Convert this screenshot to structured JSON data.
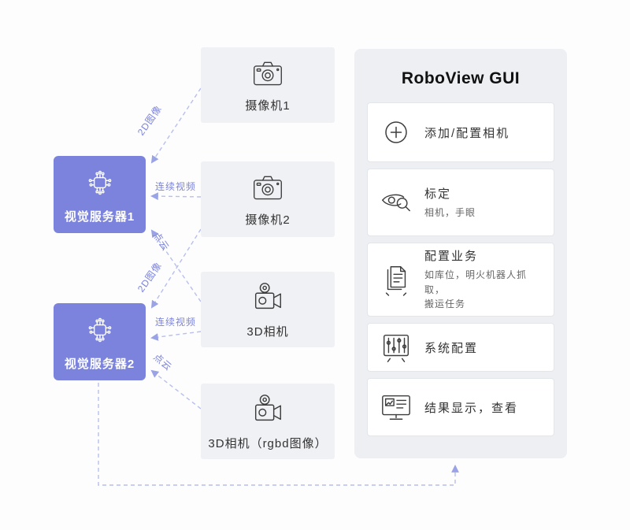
{
  "servers": [
    {
      "label": "视觉服务器1",
      "icon": "ai-chip-icon"
    },
    {
      "label": "视觉服务器2",
      "icon": "ai-chip-icon"
    }
  ],
  "devices": [
    {
      "label": "摄像机1",
      "icon": "photo-camera-icon"
    },
    {
      "label": "摄像机2",
      "icon": "photo-camera-icon"
    },
    {
      "label": "3D相机",
      "icon": "video-camera-icon"
    },
    {
      "label": "3D相机（rgbd图像）",
      "icon": "video-camera-icon"
    }
  ],
  "links": [
    {
      "label": "2D图像"
    },
    {
      "label": "连续视频"
    },
    {
      "label": "点云"
    },
    {
      "label": "2D图像"
    },
    {
      "label": "连续视频"
    },
    {
      "label": "点云"
    }
  ],
  "gui": {
    "title": "RoboView GUI",
    "cards": [
      {
        "label": "添加/配置相机",
        "icon": "plus-circle-icon"
      },
      {
        "label": "标定",
        "sub": "相机，手眼",
        "icon": "calibration-eye-icon"
      },
      {
        "label": "配置业务",
        "sub": "如库位，明火机器人抓取，\n搬运任务",
        "icon": "task-document-icon"
      },
      {
        "label": "系统配置",
        "icon": "settings-sliders-icon"
      },
      {
        "label": "结果显示，查看",
        "icon": "result-monitor-icon"
      }
    ]
  },
  "colors": {
    "server_bg": "#7b83dc",
    "link_label": "#7b83dc",
    "dash_line": "#b6bfee",
    "device_bg": "#f0f1f4",
    "panel_bg": "#edeff2",
    "card_border": "#e2e5ea"
  }
}
